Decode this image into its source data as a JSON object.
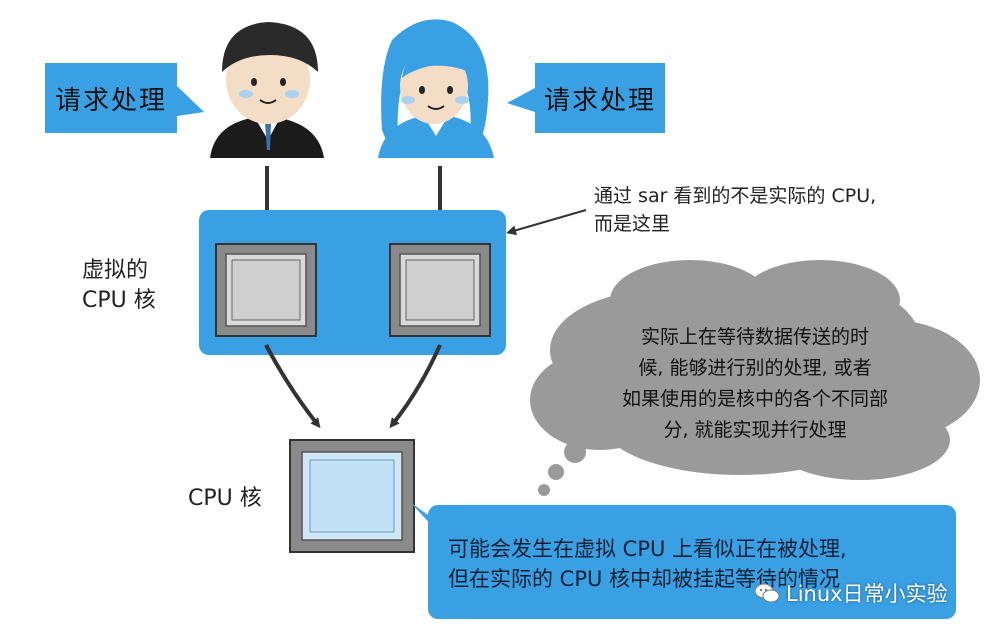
{
  "left_bubble": {
    "text": "请求处理"
  },
  "right_bubble": {
    "text": "请求处理"
  },
  "virtual_label": {
    "line1": "虚拟的",
    "line2": "CPU 核"
  },
  "cpu_label": {
    "text": "CPU 核"
  },
  "note": {
    "line1": "通过 sar 看到的不是实际的 CPU,",
    "line2": "而是这里"
  },
  "thought": {
    "line1": "实际上在等待数据传送的时",
    "line2": "候, 能够进行别的处理, 或者",
    "line3": "如果使用的是核中的各个不同部",
    "line4": "分, 就能实现并行处理"
  },
  "bottom_box": {
    "line1": "可能会发生在虚拟 CPU 上看似正在被处理,",
    "line2": "但在实际的 CPU 核中却被挂起等待的情况"
  },
  "watermark": {
    "text": "Linux日常小实验"
  },
  "colors": {
    "accent_blue": "#3aa0e4",
    "cloud_gray": "#9a9a9a",
    "chip_light": "#cfe7f6"
  }
}
